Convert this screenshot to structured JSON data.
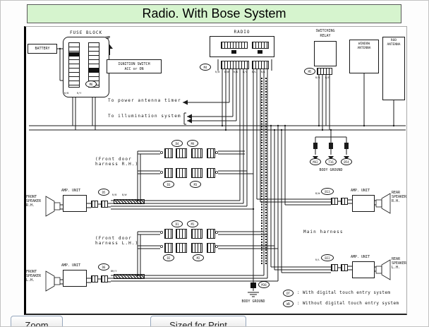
{
  "window": {
    "title": "Radio. With Bose System"
  },
  "colors": {
    "title_bg": "#d6f4ce",
    "ink": "#1a1a1a"
  },
  "toolbar": {
    "zoom": "Zoom",
    "sized_for_print": "Sized for Print"
  },
  "diagram": {
    "battery": "BATTERY",
    "fuse_block": "FUSE BLOCK",
    "up": "UP",
    "ignition": [
      "IGNITION SWITCH",
      "ACC or ON"
    ],
    "radio": "RADIO",
    "switching_relay": [
      "SWITCHING",
      "RELAY"
    ],
    "window_antenna": [
      "WINDOW",
      "ANTENNA"
    ],
    "rod_antenna": [
      "ROD",
      "ANTENNA"
    ],
    "to_power_antenna_timer": "To power antenna timer",
    "to_illumination_system": "To illumination system",
    "front_door_rh": [
      "(Front door",
      "harness R.H.)"
    ],
    "front_door_lh": [
      "(Front door",
      "harness L.H.)"
    ],
    "main_harness": "Main harness",
    "body_ground": "BODY GROUND",
    "amp_unit": "AMP. UNIT",
    "front_speaker_rh": [
      "FRONT",
      "SPEAKER",
      "R.H."
    ],
    "front_speaker_lh": [
      "FRONT",
      "SPEAKER",
      "L.H."
    ],
    "rear_speaker_rh": [
      "REAR",
      "SPEAKER",
      "R.H."
    ],
    "rear_speaker_lh": [
      "REAR",
      "SPEAKER",
      "L.H."
    ],
    "connector_ids": {
      "m6": "M6",
      "m4": "M4",
      "m5": "M5",
      "d4": "D4",
      "m4b": "M4",
      "d3": "D3",
      "m3": "M3",
      "d1": "D1",
      "m1": "M1",
      "d2": "D2",
      "m2": "M2",
      "d5": "D5",
      "d6": "D6",
      "b13": "B13",
      "b22": "B22",
      "m38": "M38",
      "gnd1": "M42",
      "gnd2": "T16",
      "gnd3": "B54"
    },
    "notes": [
      {
        "tag": "DT",
        "text": ": With digital touch entry system"
      },
      {
        "tag": "WD",
        "text": ": Without digital touch entry system"
      }
    ],
    "wire_labels": [
      "R/B",
      "B/W",
      "R/G",
      "R/Y",
      "B/L",
      "BR/Y",
      "R/L",
      "B/P"
    ]
  }
}
